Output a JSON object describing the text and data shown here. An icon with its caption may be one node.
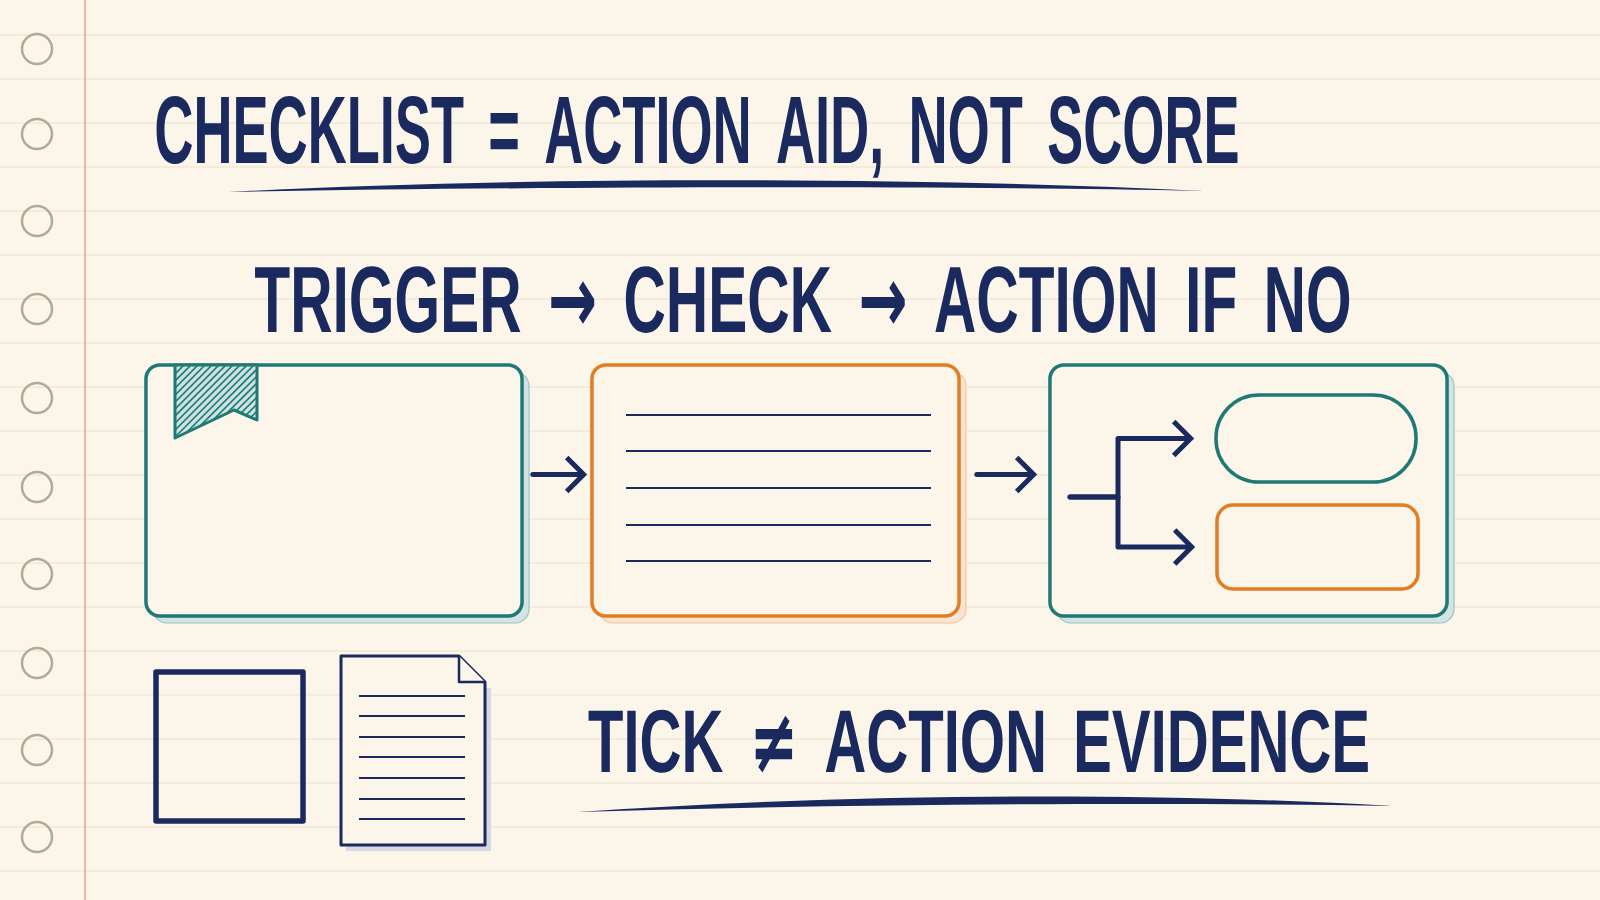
{
  "diagram": {
    "title": "CHECKLIST = ACTION AID, NOT SCORE",
    "nodes": [
      {
        "text": [],
        "shape": "box"
      },
      {
        "text": [],
        "shape": "box"
      },
      {
        "text": [],
        "shape": "box"
      },
      {
        "text": [],
        "shape": "box",
        "in": 2
      },
      {
        "text": [],
        "shape": "box",
        "in": 2
      }
    ],
    "edges": [
      {
        "from": 0,
        "to": 1,
        "arrow": "to"
      },
      {
        "from": 1,
        "to": 2,
        "arrow": "to"
      },
      {
        "from": null,
        "to": 3,
        "arrow": "to"
      },
      {
        "from": null,
        "to": 4,
        "arrow": "to"
      }
    ],
    "labels": [
      "TRIGGER → CHECK → ACTION IF NO",
      "TICK ≠ ACTION EVIDENCE"
    ]
  }
}
